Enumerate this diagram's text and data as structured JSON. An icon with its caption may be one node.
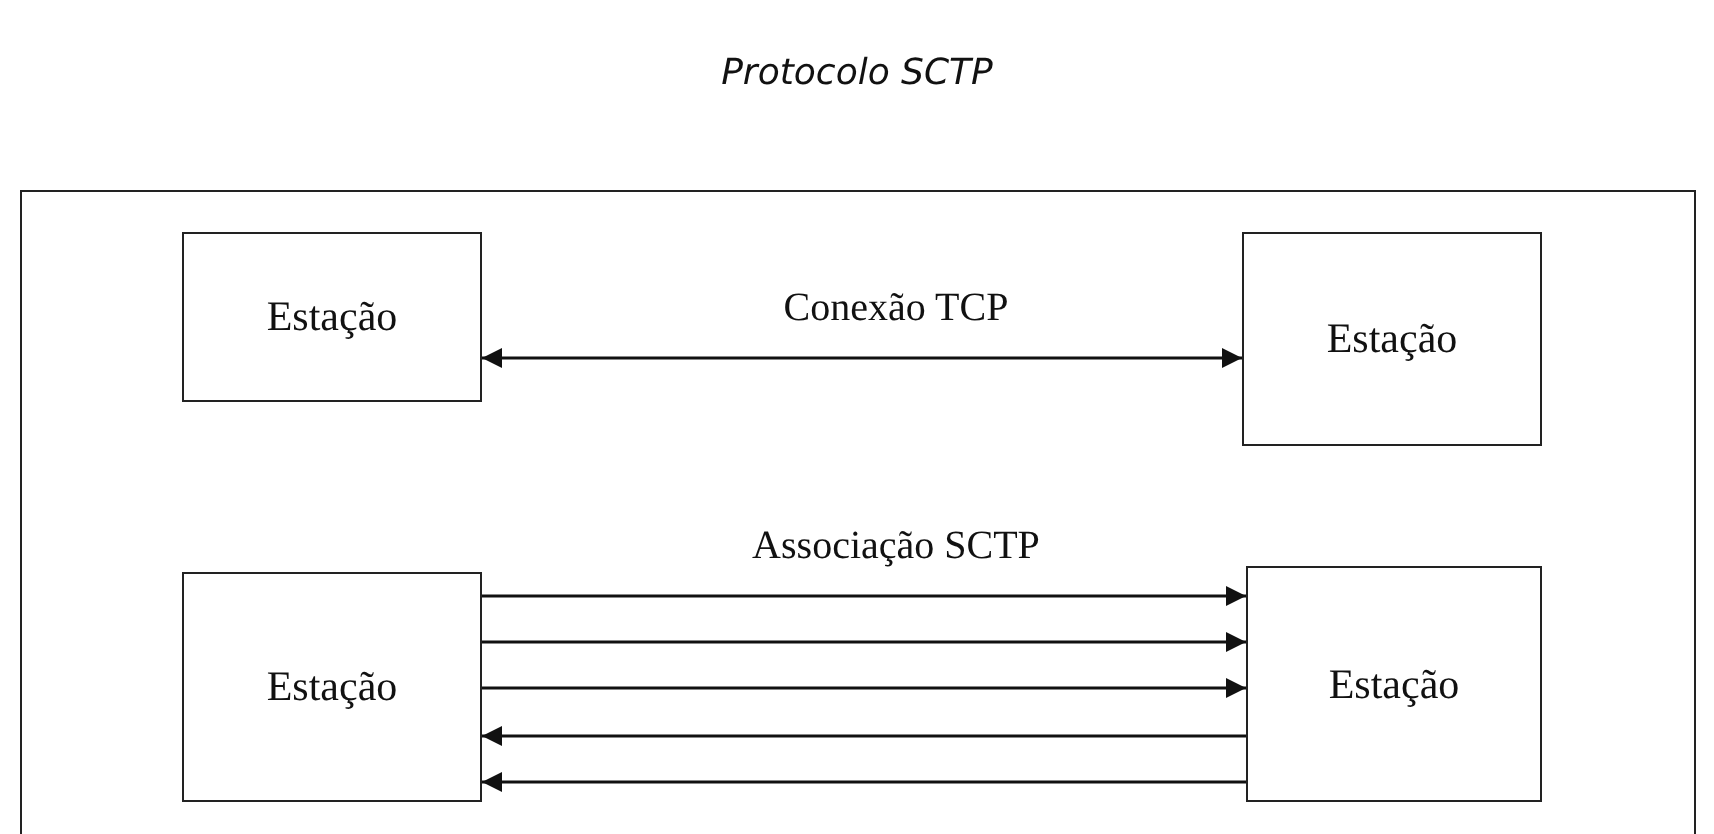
{
  "diagram": {
    "title": "Protocolo SCTP",
    "nodes": [
      {
        "text": [],
        "shape": "box"
      },
      {
        "text": [
          "Estação"
        ],
        "in": 0
      },
      {
        "text": [
          "Estação"
        ],
        "in": 0
      },
      {
        "text": [
          "Estação"
        ],
        "in": 0
      },
      {
        "text": [
          "Estação"
        ],
        "in": 0
      }
    ],
    "edges": [
      {
        "from": 1,
        "to": 2,
        "arrow": "both",
        "label": "Conexão TCP"
      },
      {
        "from": 3,
        "to": 4,
        "arrow": "to",
        "label": "Associação SCTP"
      },
      {
        "from": 3,
        "to": 4,
        "arrow": "to"
      },
      {
        "from": 3,
        "to": 4,
        "arrow": "to"
      },
      {
        "from": 4,
        "to": 3,
        "arrow": "to"
      },
      {
        "from": 4,
        "to": 3,
        "arrow": "to"
      }
    ]
  }
}
